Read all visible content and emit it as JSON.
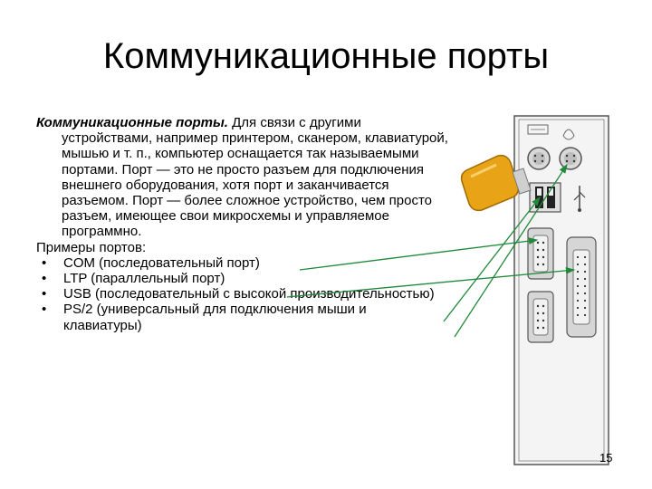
{
  "slide": {
    "title": "Коммуникационные порты",
    "intro_term": "Коммуникационные порты.",
    "intro_rest": " Для связи с другими устройствами, например принтером, сканером, клавиатурой, мышью и т. п., компьютер оснащается так называемыми портами. Порт — это не просто разъем для подключения внешнего оборудования, хотя порт и заканчивается разъемом. Порт — более сложное устройство, чем просто разъем, имеющее свои микросхемы и управляемое программно.",
    "examples_heading": "Примеры портов:",
    "bullet_symbol": "•",
    "bullets": [
      "COM (последовательный порт)",
      "LTP (параллельный порт)",
      "USB (последовательный с высокой производительностью)",
      "PS/2 (универсальный для подключения мыши и клавиатуры)"
    ],
    "page_number": "15"
  },
  "colors": {
    "arrow": "#1f8a3a",
    "usb_body": "#e8a317",
    "panel_bg": "#f4f4f4"
  }
}
